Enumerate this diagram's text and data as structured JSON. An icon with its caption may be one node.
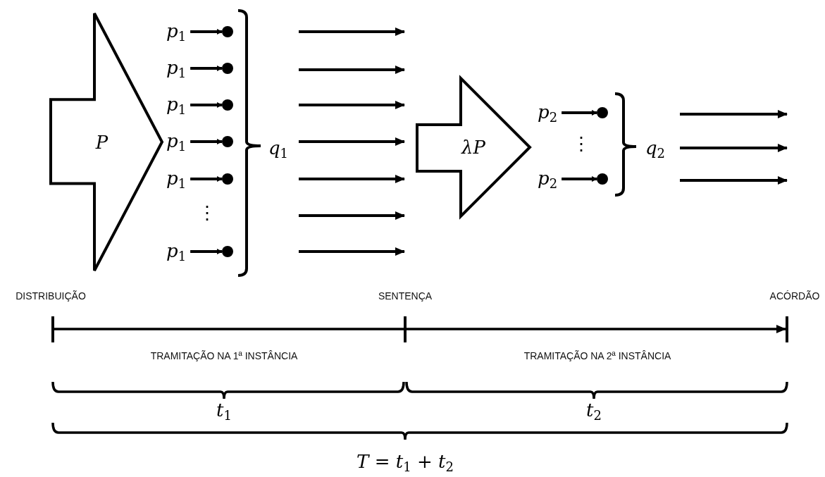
{
  "diagram": {
    "nodes": [
      {
        "text": [
          "P"
        ]
      },
      {
        "text": [
          "*p*$_{1}$"
        ]
      },
      {
        "text": [],
        "shape": "circle"
      },
      {
        "text": [
          "*p*$_{1}$"
        ]
      },
      {
        "text": [],
        "shape": "circle"
      },
      {
        "text": [
          "*p*$_{1}$"
        ]
      },
      {
        "text": [],
        "shape": "circle"
      },
      {
        "text": [
          "*p*$_{1}$"
        ]
      },
      {
        "text": [],
        "shape": "circle"
      },
      {
        "text": [
          "*p*$_{1}$"
        ]
      },
      {
        "text": [],
        "shape": "circle"
      },
      {
        "text": [
          "*p*$_{1}$"
        ]
      },
      {
        "text": [],
        "shape": "circle"
      },
      {
        "text": [
          "λP"
        ]
      },
      {
        "text": [
          "*p*$_{2}$"
        ]
      },
      {
        "text": [],
        "shape": "circle"
      },
      {
        "text": [
          "*p*$_{2}$"
        ]
      },
      {
        "text": [],
        "shape": "circle"
      }
    ],
    "edges": [
      {
        "from": 1,
        "to": 2,
        "arrow": "to"
      },
      {
        "from": 3,
        "to": 4,
        "arrow": "to"
      },
      {
        "from": 5,
        "to": 6,
        "arrow": "to"
      },
      {
        "from": 7,
        "to": 8,
        "arrow": "to"
      },
      {
        "from": 9,
        "to": 10,
        "arrow": "to"
      },
      {
        "from": 11,
        "to": 12,
        "arrow": "to"
      },
      {
        "from": 14,
        "to": 15,
        "arrow": "to"
      },
      {
        "from": 16,
        "to": 17,
        "arrow": "to"
      }
    ],
    "labels": [
      "⋮",
      "*q*$_{1}$",
      "⋮",
      "*q*$_{2}$",
      "DISTRIBUIÇÃO",
      "SENTENÇA",
      "ACÓRDÃO",
      "TRAMITAÇÃO NA 1ª INSTÂNCIA",
      "TRAMITAÇÃO NA 2ª INSTÂNCIA",
      "*t*$_{1}$",
      "*t*$_{2}$",
      "*T* = *t*$_{1}$ + *t*$_{2}$"
    ]
  }
}
